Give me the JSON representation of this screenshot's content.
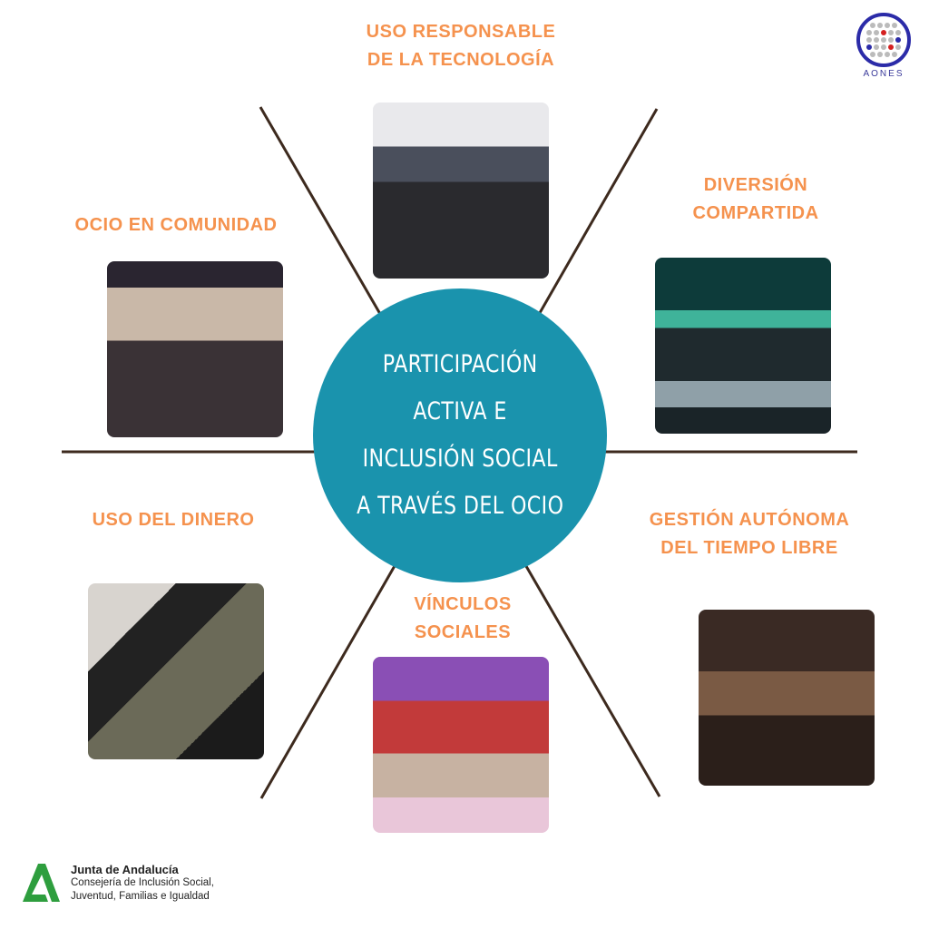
{
  "center_title": [
    "PARTICIPACIÓN",
    "ACTIVA E",
    "INCLUSIÓN SOCIAL",
    "A TRAVÉS DEL OCIO"
  ],
  "topics": [
    {
      "id": "tecnologia",
      "lines": [
        "USO RESPONSABLE",
        "DE LA TECNOLOGÍA"
      ]
    },
    {
      "id": "comunidad",
      "lines": [
        "OCIO EN COMUNIDAD"
      ]
    },
    {
      "id": "diversion",
      "lines": [
        "DIVERSIÓN",
        "COMPARTIDA"
      ]
    },
    {
      "id": "dinero",
      "lines": [
        "USO DEL DINERO"
      ]
    },
    {
      "id": "tiempo-libre",
      "lines": [
        "GESTIÓN AUTÓNOMA",
        "DEL TIEMPO LIBRE"
      ]
    },
    {
      "id": "vinculos",
      "lines": [
        "VÍNCULOS",
        "SOCIALES"
      ]
    }
  ],
  "logos": {
    "aones": "AONES",
    "junta_title": "Junta de Andalucía",
    "junta_line1": "Consejería de Inclusión Social,",
    "junta_line2": "Juventud, Familias e Igualdad"
  },
  "colors": {
    "accent": "#f5924e",
    "circle": "#1a93ad",
    "lines": "#3d2a1e",
    "junta_green": "#2e9e3e",
    "aones_blue": "#2b2ba8"
  }
}
